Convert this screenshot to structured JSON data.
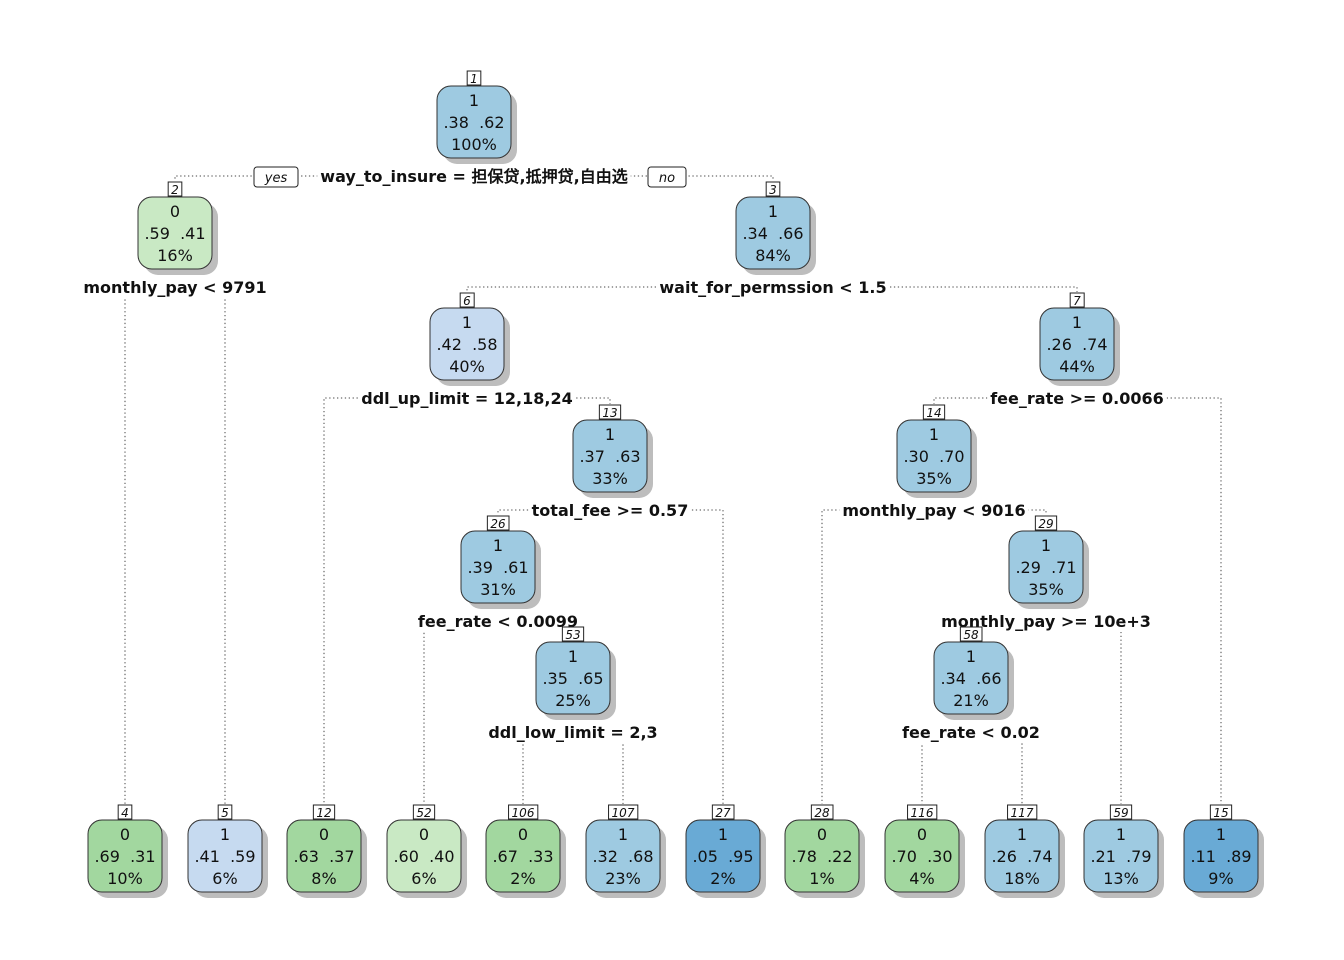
{
  "branch_labels": {
    "yes": "yes",
    "no": "no"
  },
  "colors": {
    "green_strong": "#a2d79f",
    "green_light": "#c9e9c4",
    "blue_light": "#c6daf0",
    "blue_mid": "#9ecae1",
    "blue_strong": "#69aad5",
    "shadow": "#bdbdbd"
  },
  "nodes": [
    {
      "id": "1",
      "class": "1",
      "probs": ".38  .62",
      "pct": "100%",
      "fill": "blue_mid"
    },
    {
      "id": "2",
      "class": "0",
      "probs": ".59  .41",
      "pct": "16%",
      "fill": "green_light"
    },
    {
      "id": "3",
      "class": "1",
      "probs": ".34  .66",
      "pct": "84%",
      "fill": "blue_mid"
    },
    {
      "id": "6",
      "class": "1",
      "probs": ".42  .58",
      "pct": "40%",
      "fill": "blue_light"
    },
    {
      "id": "7",
      "class": "1",
      "probs": ".26  .74",
      "pct": "44%",
      "fill": "blue_mid"
    },
    {
      "id": "13",
      "class": "1",
      "probs": ".37  .63",
      "pct": "33%",
      "fill": "blue_mid"
    },
    {
      "id": "14",
      "class": "1",
      "probs": ".30  .70",
      "pct": "35%",
      "fill": "blue_mid"
    },
    {
      "id": "26",
      "class": "1",
      "probs": ".39  .61",
      "pct": "31%",
      "fill": "blue_mid"
    },
    {
      "id": "29",
      "class": "1",
      "probs": ".29  .71",
      "pct": "35%",
      "fill": "blue_mid"
    },
    {
      "id": "53",
      "class": "1",
      "probs": ".35  .65",
      "pct": "25%",
      "fill": "blue_mid"
    },
    {
      "id": "58",
      "class": "1",
      "probs": ".34  .66",
      "pct": "21%",
      "fill": "blue_mid"
    },
    {
      "id": "4",
      "class": "0",
      "probs": ".69  .31",
      "pct": "10%",
      "fill": "green_strong"
    },
    {
      "id": "5",
      "class": "1",
      "probs": ".41  .59",
      "pct": "6%",
      "fill": "blue_light"
    },
    {
      "id": "12",
      "class": "0",
      "probs": ".63  .37",
      "pct": "8%",
      "fill": "green_strong"
    },
    {
      "id": "52",
      "class": "0",
      "probs": ".60  .40",
      "pct": "6%",
      "fill": "green_light"
    },
    {
      "id": "106",
      "class": "0",
      "probs": ".67  .33",
      "pct": "2%",
      "fill": "green_strong"
    },
    {
      "id": "107",
      "class": "1",
      "probs": ".32  .68",
      "pct": "23%",
      "fill": "blue_mid"
    },
    {
      "id": "27",
      "class": "1",
      "probs": ".05  .95",
      "pct": "2%",
      "fill": "blue_strong"
    },
    {
      "id": "28",
      "class": "0",
      "probs": ".78  .22",
      "pct": "1%",
      "fill": "green_strong"
    },
    {
      "id": "116",
      "class": "0",
      "probs": ".70  .30",
      "pct": "4%",
      "fill": "green_strong"
    },
    {
      "id": "117",
      "class": "1",
      "probs": ".26  .74",
      "pct": "18%",
      "fill": "blue_mid"
    },
    {
      "id": "59",
      "class": "1",
      "probs": ".21  .79",
      "pct": "13%",
      "fill": "blue_mid"
    },
    {
      "id": "15",
      "class": "1",
      "probs": ".11  .89",
      "pct": "9%",
      "fill": "blue_strong"
    }
  ],
  "splits": [
    {
      "node": "1",
      "label": "way_to_insure = 担保贷,抵押贷,自由选"
    },
    {
      "node": "2",
      "label": "monthly_pay < 9791"
    },
    {
      "node": "3",
      "label": "wait_for_permssion < 1.5"
    },
    {
      "node": "6",
      "label": "ddl_up_limit = 12,18,24"
    },
    {
      "node": "7",
      "label": "fee_rate >= 0.0066"
    },
    {
      "node": "13",
      "label": "total_fee >= 0.57"
    },
    {
      "node": "14",
      "label": "monthly_pay < 9016"
    },
    {
      "node": "26",
      "label": "fee_rate < 0.0099"
    },
    {
      "node": "29",
      "label": "monthly_pay >= 10e+3"
    },
    {
      "node": "53",
      "label": "ddl_low_limit = 2,3"
    },
    {
      "node": "58",
      "label": "fee_rate < 0.02"
    }
  ],
  "edges": [
    [
      "1",
      "2"
    ],
    [
      "1",
      "3"
    ],
    [
      "2",
      "4"
    ],
    [
      "2",
      "5"
    ],
    [
      "3",
      "6"
    ],
    [
      "3",
      "7"
    ],
    [
      "6",
      "12"
    ],
    [
      "6",
      "13"
    ],
    [
      "7",
      "14"
    ],
    [
      "7",
      "15"
    ],
    [
      "13",
      "26"
    ],
    [
      "13",
      "27"
    ],
    [
      "14",
      "28"
    ],
    [
      "14",
      "29"
    ],
    [
      "26",
      "52"
    ],
    [
      "26",
      "53"
    ],
    [
      "53",
      "106"
    ],
    [
      "53",
      "107"
    ],
    [
      "29",
      "58"
    ],
    [
      "29",
      "59"
    ],
    [
      "58",
      "116"
    ],
    [
      "58",
      "117"
    ]
  ]
}
